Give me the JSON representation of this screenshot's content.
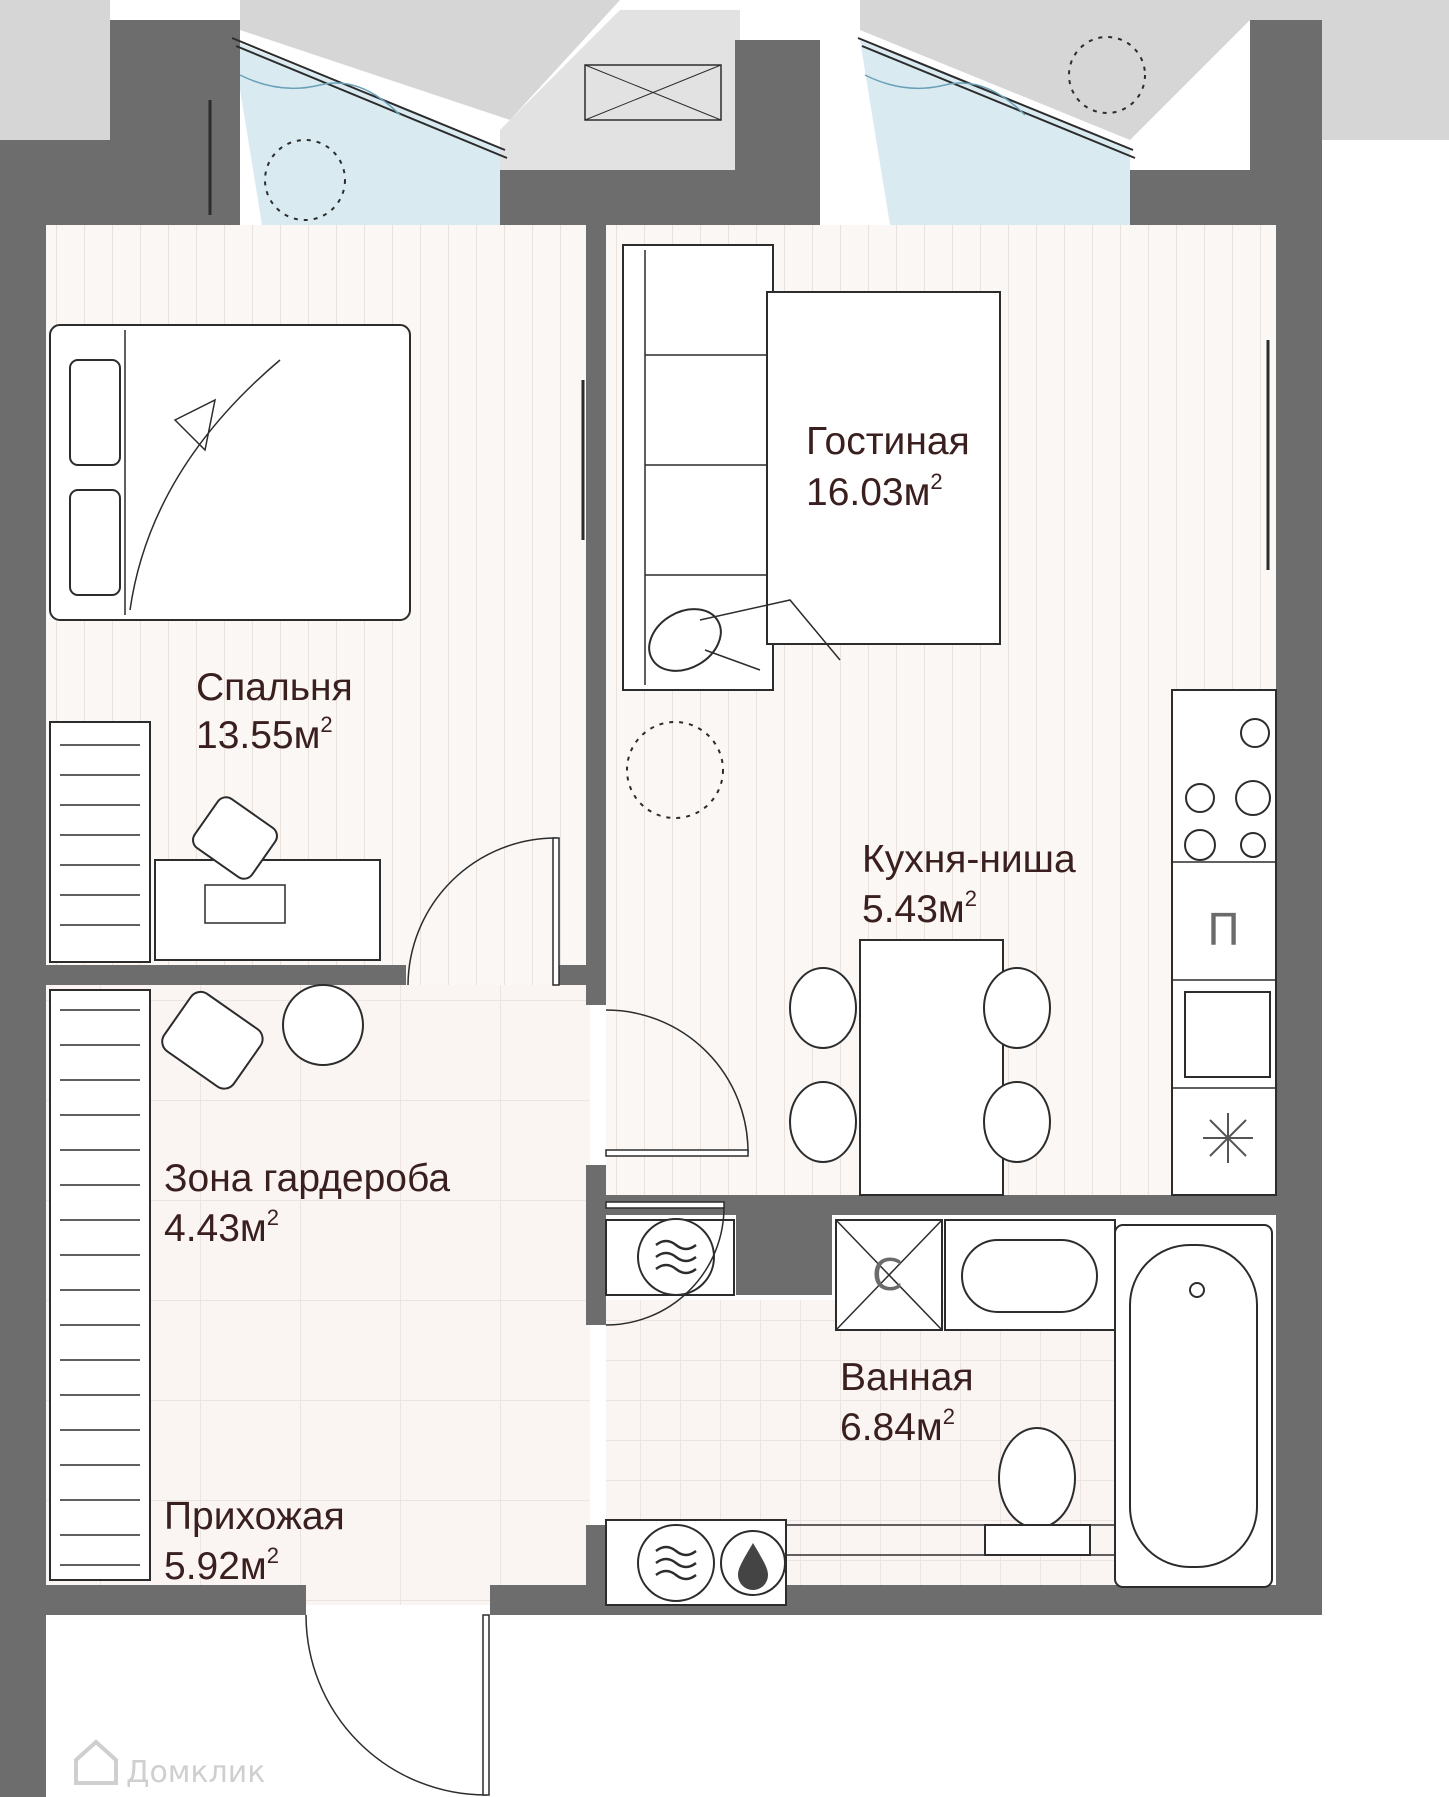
{
  "colors": {
    "wall": "#6d6d6d",
    "wall_light": "#d0d0d0",
    "floor_wood": "#fbf7f4",
    "floor_tile": "#faf5f3",
    "glass": "#cfe6ee",
    "line": "#2c2c2c",
    "label": "#3a1f1f",
    "symbol_grey": "#6b6b6b",
    "watermark": "#cfcfcf"
  },
  "rooms": {
    "bedroom": {
      "name": "Спальня",
      "area": "13.55м",
      "sup": "2"
    },
    "living": {
      "name": "Гостиная",
      "area": "16.03м",
      "sup": "2"
    },
    "kitchen": {
      "name": "Кухня-ниша",
      "area": "5.43м",
      "sup": "2"
    },
    "wardrobe": {
      "name": "Зона гардероба",
      "area": "4.43м",
      "sup": "2"
    },
    "bathroom": {
      "name": "Ванная",
      "area": "6.84м",
      "sup": "2"
    },
    "hallway": {
      "name": "Прихожая",
      "area": "5.92м",
      "sup": "2"
    }
  },
  "symbols": {
    "dishwasher_letter": "П",
    "boiler_letter": "С"
  },
  "icons": {
    "fridge": "snowflake-icon",
    "washer_1": "wavy-lines-icon",
    "washer_2": "wavy-lines-icon",
    "water_heater": "water-drop-icon",
    "watermark_logo": "house-logo-icon"
  },
  "watermark": {
    "text": "Домклик"
  }
}
